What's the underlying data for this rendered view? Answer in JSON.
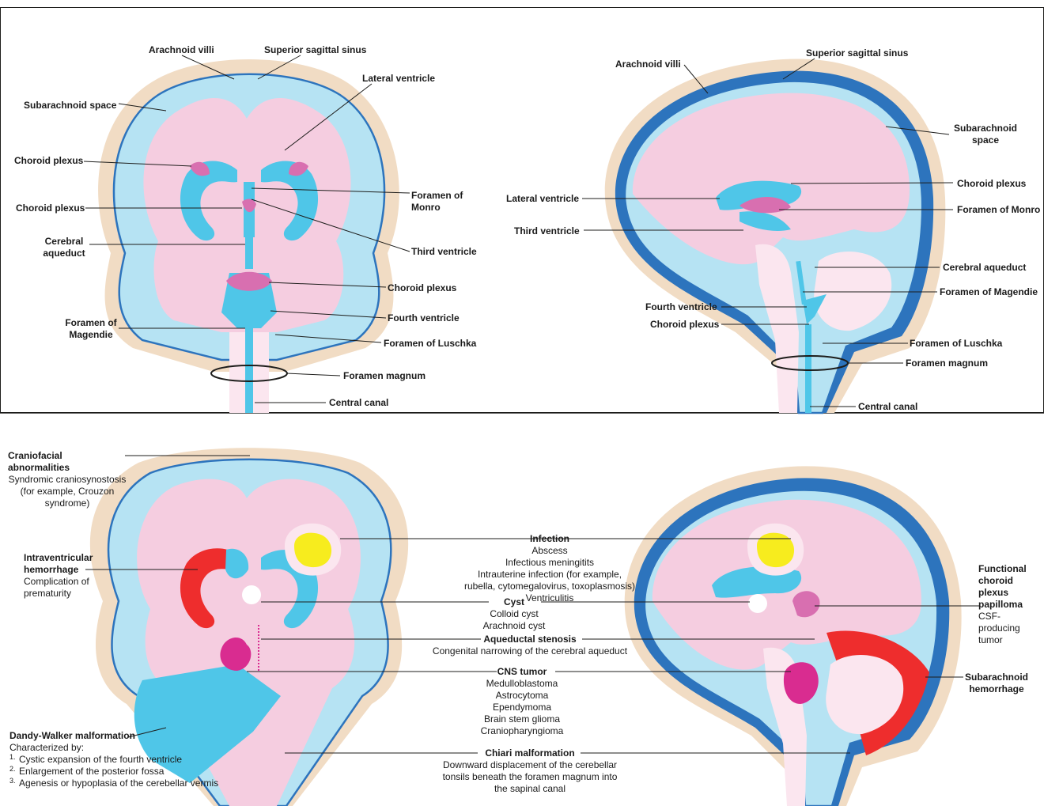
{
  "colors": {
    "skull": "#f1dcc4",
    "csf": "#b6e3f3",
    "dura": "#2d74bd",
    "ventricle": "#4fc6e8",
    "brain": "#f5cde0",
    "brain_light": "#fbe6ef",
    "choroid": "#d86fb0",
    "hemorrhage": "#ee2d2d",
    "infection": "#f7ec1e",
    "tumor": "#d92c90",
    "cyst": "#ffffff",
    "outline": "#1d1d1b"
  },
  "top_left": {
    "labels": {
      "arachnoid_villi": "Arachnoid villi",
      "superior_sagittal_sinus": "Superior sagittal sinus",
      "lateral_ventricle": "Lateral ventricle",
      "subarachnoid_space": "Subarachnoid space",
      "choroid_plexus_1": "Choroid plexus",
      "foramen_of_monro": "Foramen of Monro",
      "choroid_plexus_2": "Choroid plexus",
      "third_ventricle": "Third ventricle",
      "cerebral_aqueduct": "Cerebral aqueduct",
      "choroid_plexus_3": "Choroid plexus",
      "fourth_ventricle": "Fourth ventricle",
      "foramen_of_magendie": "Foramen of Magendie",
      "foramen_of_luschka": "Foramen of Luschka",
      "foramen_magnum": "Foramen magnum",
      "central_canal": "Central canal"
    }
  },
  "top_right": {
    "labels": {
      "arachnoid_villi": "Arachnoid villi",
      "superior_sagittal_sinus": "Superior sagittal sinus",
      "subarachnoid_space": "Subarachnoid space",
      "choroid_plexus": "Choroid plexus",
      "lateral_ventricle": "Lateral ventricle",
      "foramen_of_monro": "Foramen of Monro",
      "third_ventricle": "Third ventricle",
      "cerebral_aqueduct": "Cerebral aqueduct",
      "foramen_of_magendie": "Foramen of Magendie",
      "fourth_ventricle": "Fourth ventricle",
      "choroid_plexus_2": "Choroid plexus",
      "foramen_of_luschka": "Foramen of Luschka",
      "foramen_magnum": "Foramen magnum",
      "central_canal": "Central canal"
    }
  },
  "bottom": {
    "craniofacial": {
      "title": "Craniofacial abnormalities",
      "desc": "Syndromic craniosynostosis (for example, Crouzon syndrome)"
    },
    "ivh": {
      "title": "Intraventricular hemorrhage",
      "desc": "Complication of prematurity"
    },
    "dandy_walker": {
      "title": "Dandy-Walker malformation",
      "intro": "Characterized by:",
      "items": [
        "Cystic expansion of the fourth ventricle",
        "Enlargement of the posterior fossa",
        "Agenesis or hypoplasia of the cerebellar vermis"
      ]
    },
    "infection": {
      "title": "Infection",
      "items": [
        "Abscess",
        "Infectious meningitits",
        "Intrauterine infection (for example,",
        "rubella, cytomegalovirus, toxoplasmosis)",
        "Ventriculitis"
      ]
    },
    "cyst": {
      "title": "Cyst",
      "items": [
        "Colloid cyst",
        "Arachnoid cyst"
      ]
    },
    "aqueductal_stenosis": {
      "title": "Aqueductal stenosis",
      "desc": "Congenital narrowing of the cerebral aqueduct"
    },
    "cns_tumor": {
      "title": "CNS tumor",
      "items": [
        "Medulloblastoma",
        "Astrocytoma",
        "Ependymoma",
        "Brain stem glioma",
        "Craniopharyngioma"
      ]
    },
    "chiari": {
      "title": "Chiari malformation",
      "desc": "Downward displacement of the cerebellar tonsils beneath the foramen magnum into the sapinal canal"
    },
    "choroid_papilloma": {
      "title": "Functional choroid plexus papilloma",
      "desc": "CSF-producing tumor"
    },
    "sah": {
      "title": "Subarachnoid hemorrhage"
    }
  }
}
